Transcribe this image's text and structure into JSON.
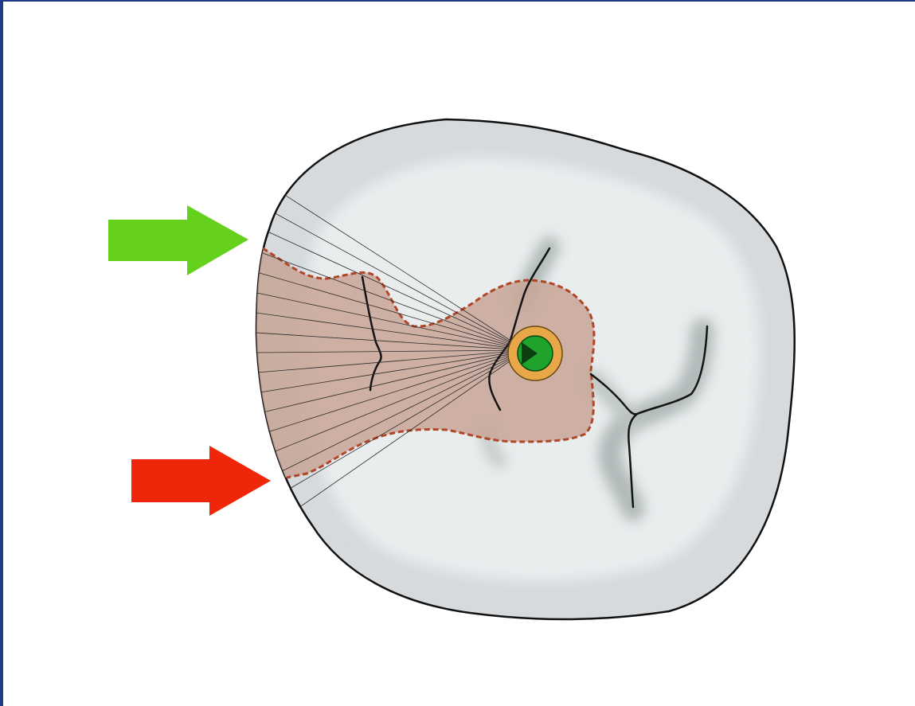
{
  "diagram": {
    "colors": {
      "frame_border": "#1f3a8a",
      "tooth_fill": "#e9eced",
      "tooth_rim": "#d4d8da",
      "groove_shadow": "#a9b4b3",
      "groove_line": "#141414",
      "lesion_fill": "#c9a79a",
      "lesion_border": "#b04528",
      "beam_lines": "#2b2b2b",
      "source_ring": "#e8a84a",
      "source_core": "#1fa32a",
      "arrow_upper": "#66d11c",
      "arrow_lower": "#f0260a"
    },
    "elements": [
      {
        "id": "tooth-outline",
        "kind": "outline"
      },
      {
        "id": "lesion-area",
        "kind": "region",
        "style": "dashed-border"
      },
      {
        "id": "light-source",
        "kind": "point-source",
        "icon": "circle-with-triangle"
      },
      {
        "id": "upper-arrow",
        "kind": "arrow",
        "direction": "right"
      },
      {
        "id": "lower-arrow",
        "kind": "arrow",
        "direction": "right"
      }
    ]
  }
}
